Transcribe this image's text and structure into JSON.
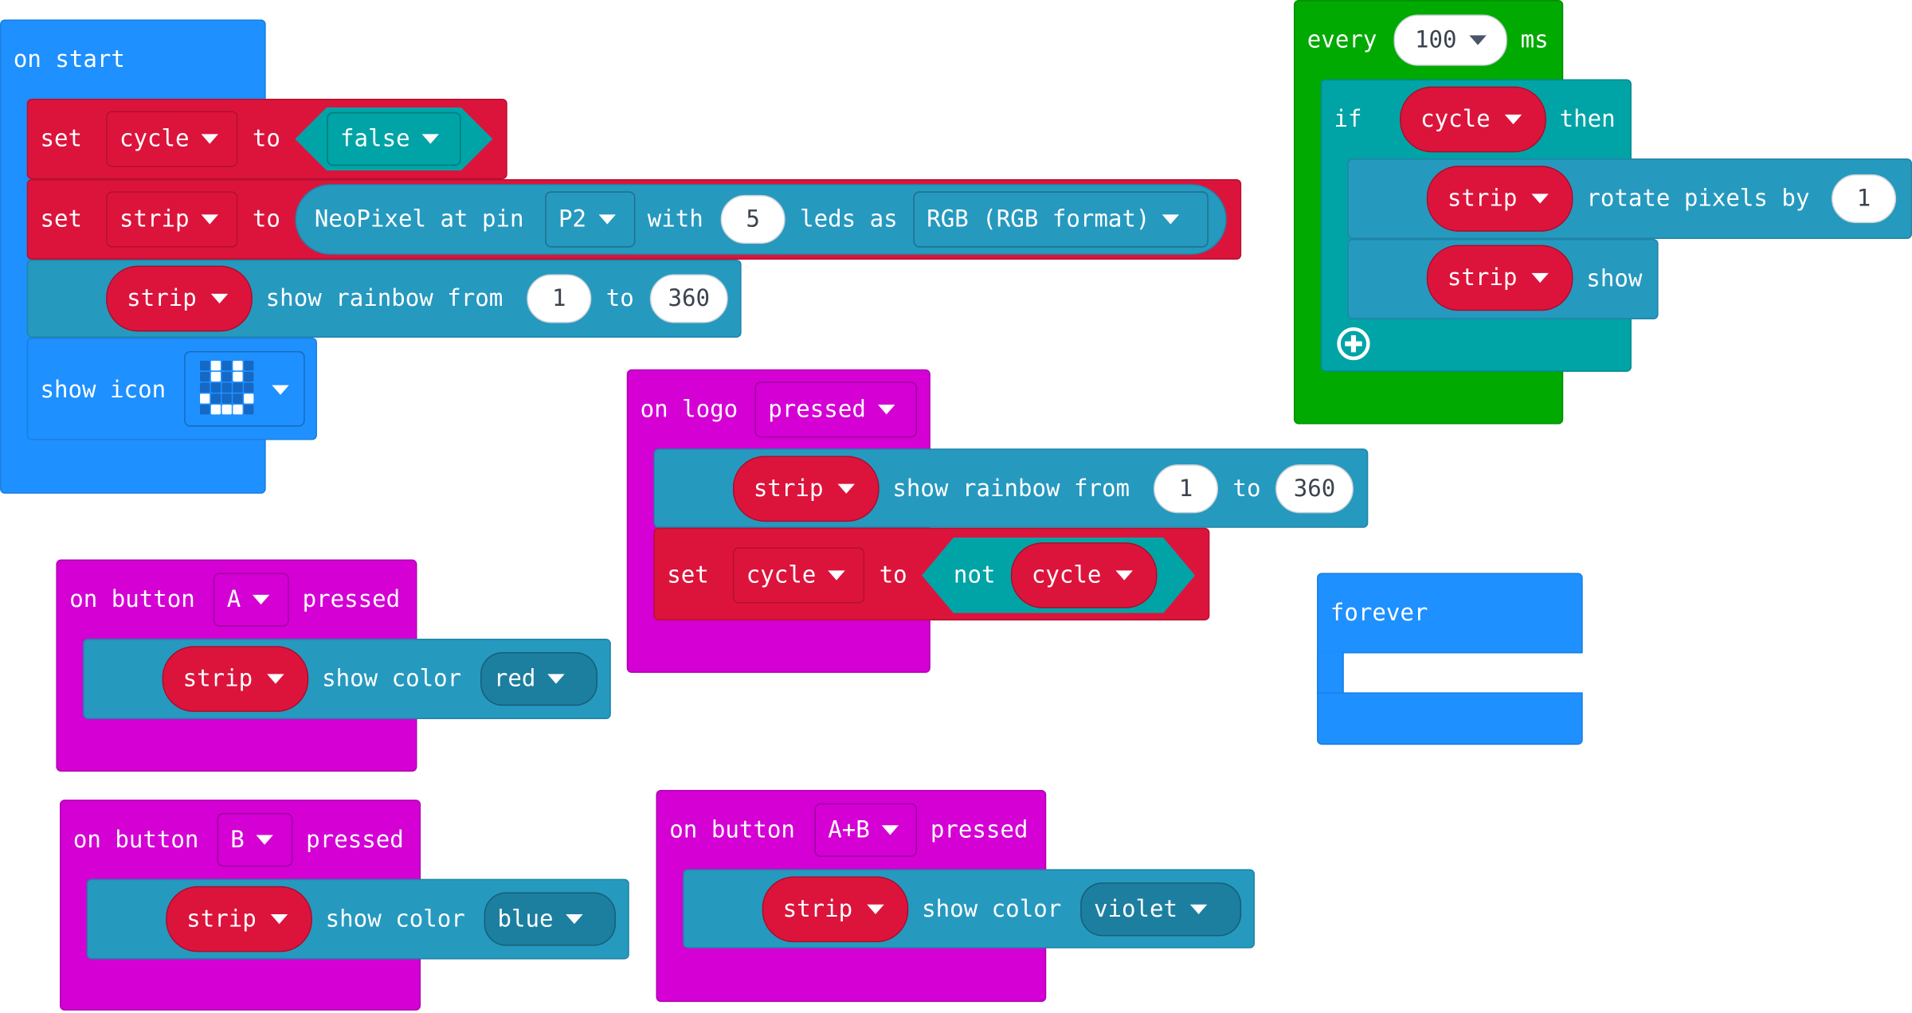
{
  "blocks": {
    "on_start": {
      "label": "on start",
      "set1": {
        "set": "set",
        "var": "cycle",
        "to": "to",
        "value": "false"
      },
      "set2": {
        "set": "set",
        "var": "strip",
        "to": "to",
        "np": "NeoPixel at pin",
        "pin": "P2",
        "with": "with",
        "leds_count": "5",
        "leds_as": "leds as",
        "format": "RGB (RGB format)"
      },
      "rainbow": {
        "var": "strip",
        "label": "show rainbow from",
        "from": "1",
        "to": "to",
        "to_value": "360"
      },
      "show_icon": {
        "label": "show icon"
      }
    },
    "every": {
      "label": "every",
      "interval": "100",
      "unit": "ms",
      "if": "if",
      "cond": "cycle",
      "then": "then",
      "rotate": {
        "var": "strip",
        "label": "rotate pixels by",
        "value": "1"
      },
      "show": {
        "var": "strip",
        "label": "show"
      }
    },
    "on_logo": {
      "on": "on logo",
      "event": "pressed",
      "rainbow": {
        "var": "strip",
        "label": "show rainbow from",
        "from": "1",
        "to": "to",
        "to_value": "360"
      },
      "set": {
        "set": "set",
        "var": "cycle",
        "to": "to",
        "not": "not",
        "value": "cycle"
      }
    },
    "forever": {
      "label": "forever"
    },
    "button_a": {
      "on": "on button",
      "button": "A",
      "pressed": "pressed",
      "var": "strip",
      "label": "show color",
      "color": "red"
    },
    "button_b": {
      "on": "on button",
      "button": "B",
      "pressed": "pressed",
      "var": "strip",
      "label": "show color",
      "color": "blue"
    },
    "button_ab": {
      "on": "on button",
      "button": "A+B",
      "pressed": "pressed",
      "var": "strip",
      "label": "show color",
      "color": "violet"
    }
  },
  "icons": {
    "add": "plus-circle-icon",
    "dropdown": "chevron-down-icon",
    "led": "smiley-led-icon"
  },
  "colors": {
    "basic": "#1e90ff",
    "variables": "#dc143c",
    "neopixel": "#2699bf",
    "input": "#d400d4",
    "loops": "#00aa00",
    "logic": "#00a4a6"
  }
}
